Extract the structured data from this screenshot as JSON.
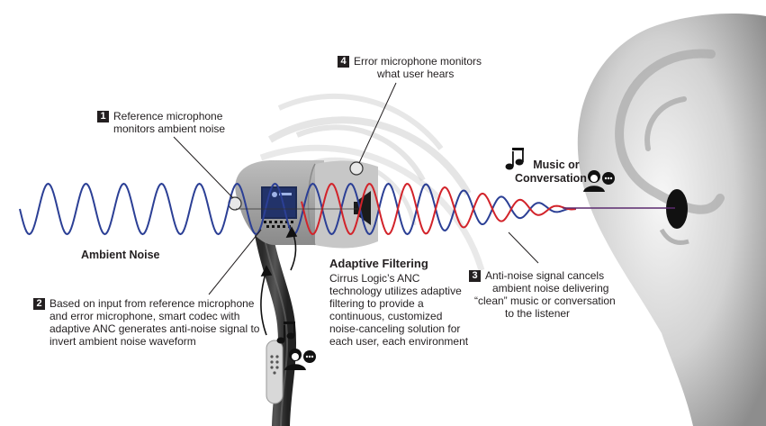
{
  "callouts": {
    "reference_mic": {
      "number": "1",
      "line1": "Reference microphone",
      "line2": "monitors ambient noise"
    },
    "smart_codec": {
      "number": "2",
      "line1": "Based on input from reference microphone",
      "line2": "and error microphone, smart codec with",
      "line3": "adaptive ANC generates anti-noise signal to",
      "line4": "invert ambient noise waveform"
    },
    "anti_noise": {
      "number": "3",
      "line1": "Anti-noise signal cancels",
      "line2": "ambient noise delivering",
      "line3": "“clean” music or conversation",
      "line4": "to the listener"
    },
    "error_mic": {
      "number": "4",
      "line1": "Error microphone monitors",
      "line2": "what user hears"
    }
  },
  "labels": {
    "ambient_noise": "Ambient Noise",
    "music_line1": "Music or",
    "music_line2": "Conversation"
  },
  "adaptive_filtering": {
    "title": "Adaptive Filtering",
    "line1": "Cirrus Logic’s ANC",
    "line2": "technology utilizes adaptive",
    "line3": "filtering to provide a",
    "line4": "continuous, customized",
    "line5": "noise-canceling solution for",
    "line6": "each user, each environment"
  },
  "colors": {
    "ambient_wave": "#2b3f95",
    "anti_noise_wave": "#d2232a",
    "clean_signal": "#5b2a6e",
    "earbud_gray": "#9a9a9a",
    "label_dark": "#231f20"
  },
  "icons": [
    "music-note-icon",
    "speaking-person-icon",
    "chip-icon",
    "speaker-icon",
    "microphone-icon"
  ]
}
